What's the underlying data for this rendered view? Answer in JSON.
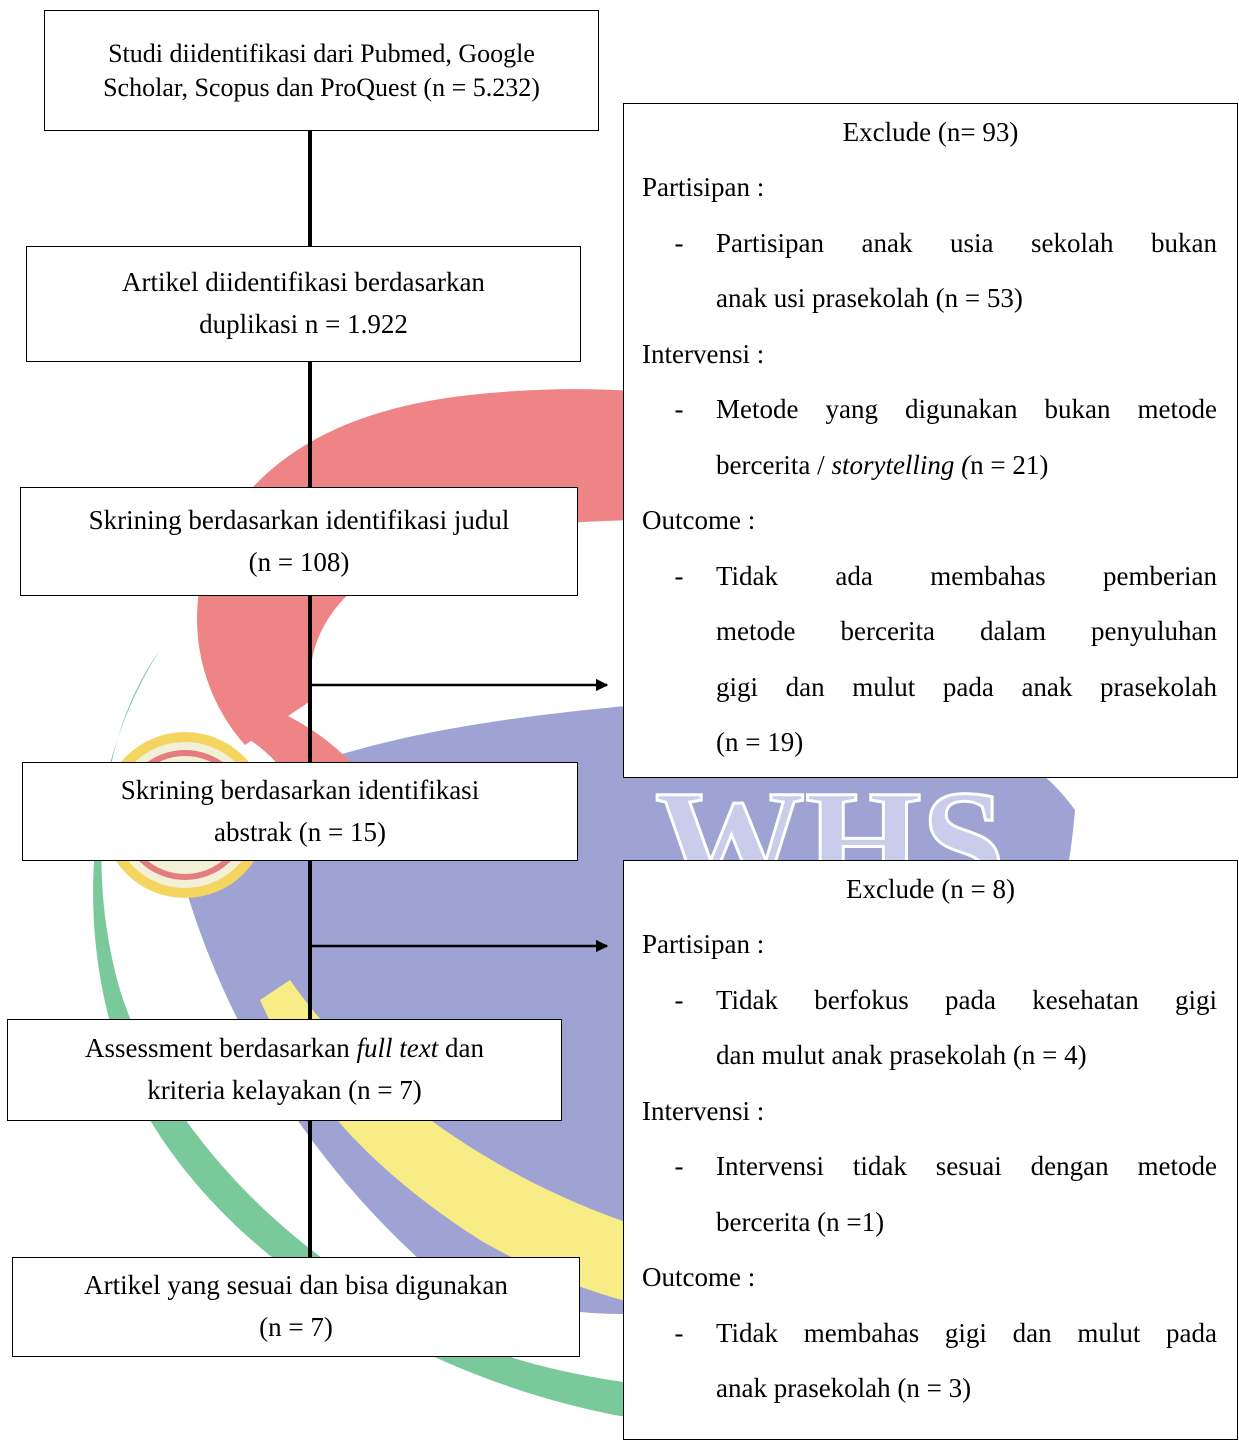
{
  "watermark": {
    "text": "WHS"
  },
  "flow_boxes": [
    {
      "lines": [
        "Studi diidentifikasi dari Pubmed, Google",
        "Scholar, Scopus dan ProQuest (n = 5.232)"
      ]
    },
    {
      "lines": [
        "Artikel diidentifikasi berdasarkan",
        "duplikasi n = 1.922"
      ]
    },
    {
      "lines": [
        "Skrining berdasarkan identifikasi judul",
        "(n = 108)"
      ]
    },
    {
      "lines": [
        "Skrining berdasarkan identifikasi",
        "abstrak (n = 15)"
      ]
    },
    {
      "line1_before": "Assessment berdasarkan ",
      "line1_italic": "full text",
      "line1_after": " dan",
      "line2": "kriteria kelayakan (n = 7)"
    },
    {
      "lines": [
        "Artikel yang sesuai dan bisa digunakan",
        "(n = 7)"
      ]
    }
  ],
  "exclude_1": {
    "title": "Exclude (n= 93)",
    "dash": "-",
    "participants_label": "Partisipan :",
    "participants_lines": [
      "Partisipan anak usia sekolah bukan",
      "anak usi prasekolah (n = 53)"
    ],
    "intervention_label": "Intervensi :",
    "intervention_line1": "Metode yang digunakan bukan metode",
    "intervention_line2_before": "bercerita / ",
    "intervention_line2_italic": "storytelling (",
    "intervention_line2_after": "n = 21)",
    "outcome_label": "Outcome :",
    "outcome_lines": [
      "Tidak ada membahas pemberian",
      "metode bercerita dalam penyuluhan",
      "gigi dan mulut pada anak prasekolah",
      "(n = 19)"
    ]
  },
  "exclude_2": {
    "title": "Exclude (n = 8)",
    "dash": "-",
    "participants_label": "Partisipan :",
    "participants_lines": [
      "Tidak berfokus pada kesehatan gigi",
      "dan mulut anak prasekolah (n = 4)"
    ],
    "intervention_label": "Intervensi :",
    "intervention_lines": [
      "Intervensi tidak sesuai dengan  metode",
      "bercerita (n =1)"
    ],
    "outcome_label": "Outcome :",
    "outcome_lines": [
      "Tidak membahas gigi dan mulut pada",
      "anak prasekolah (n = 3)"
    ]
  }
}
